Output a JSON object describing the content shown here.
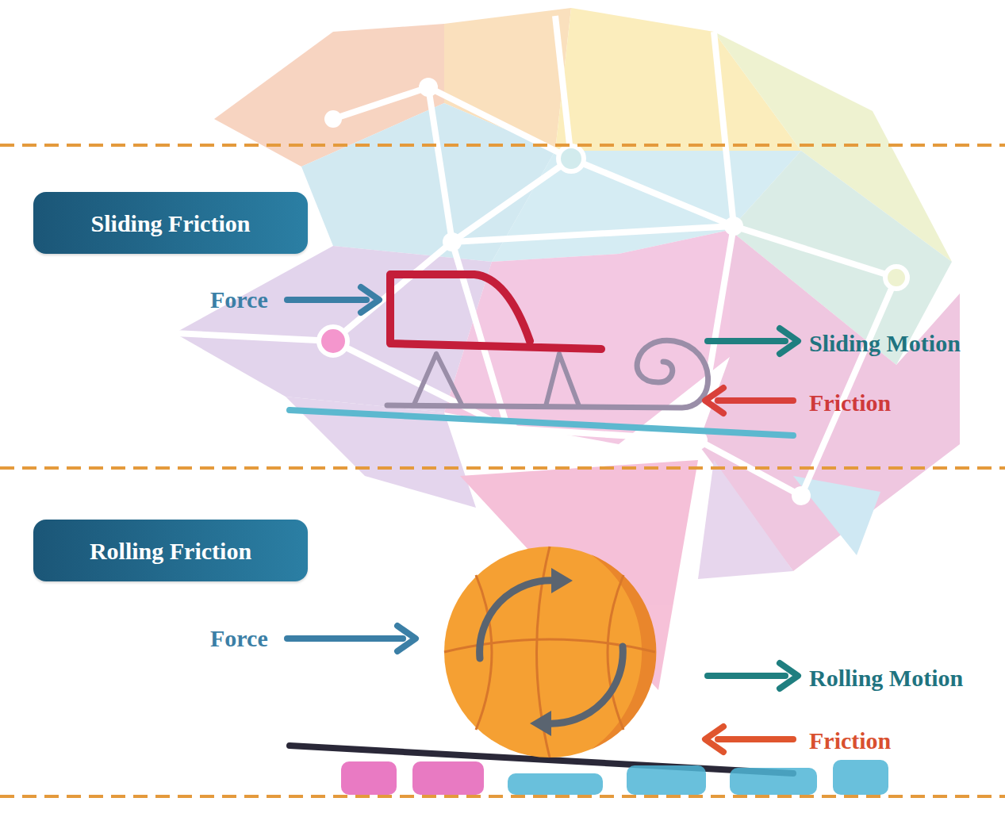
{
  "diagram": {
    "nodes": [
      {
        "text": [
          "Sliding Friction"
        ]
      },
      {
        "text": [
          "Rolling Friction"
        ]
      }
    ],
    "labels": [
      "Force",
      "Sliding Motion",
      "Friction",
      "Force",
      "Rolling Motion",
      "Friction"
    ]
  }
}
